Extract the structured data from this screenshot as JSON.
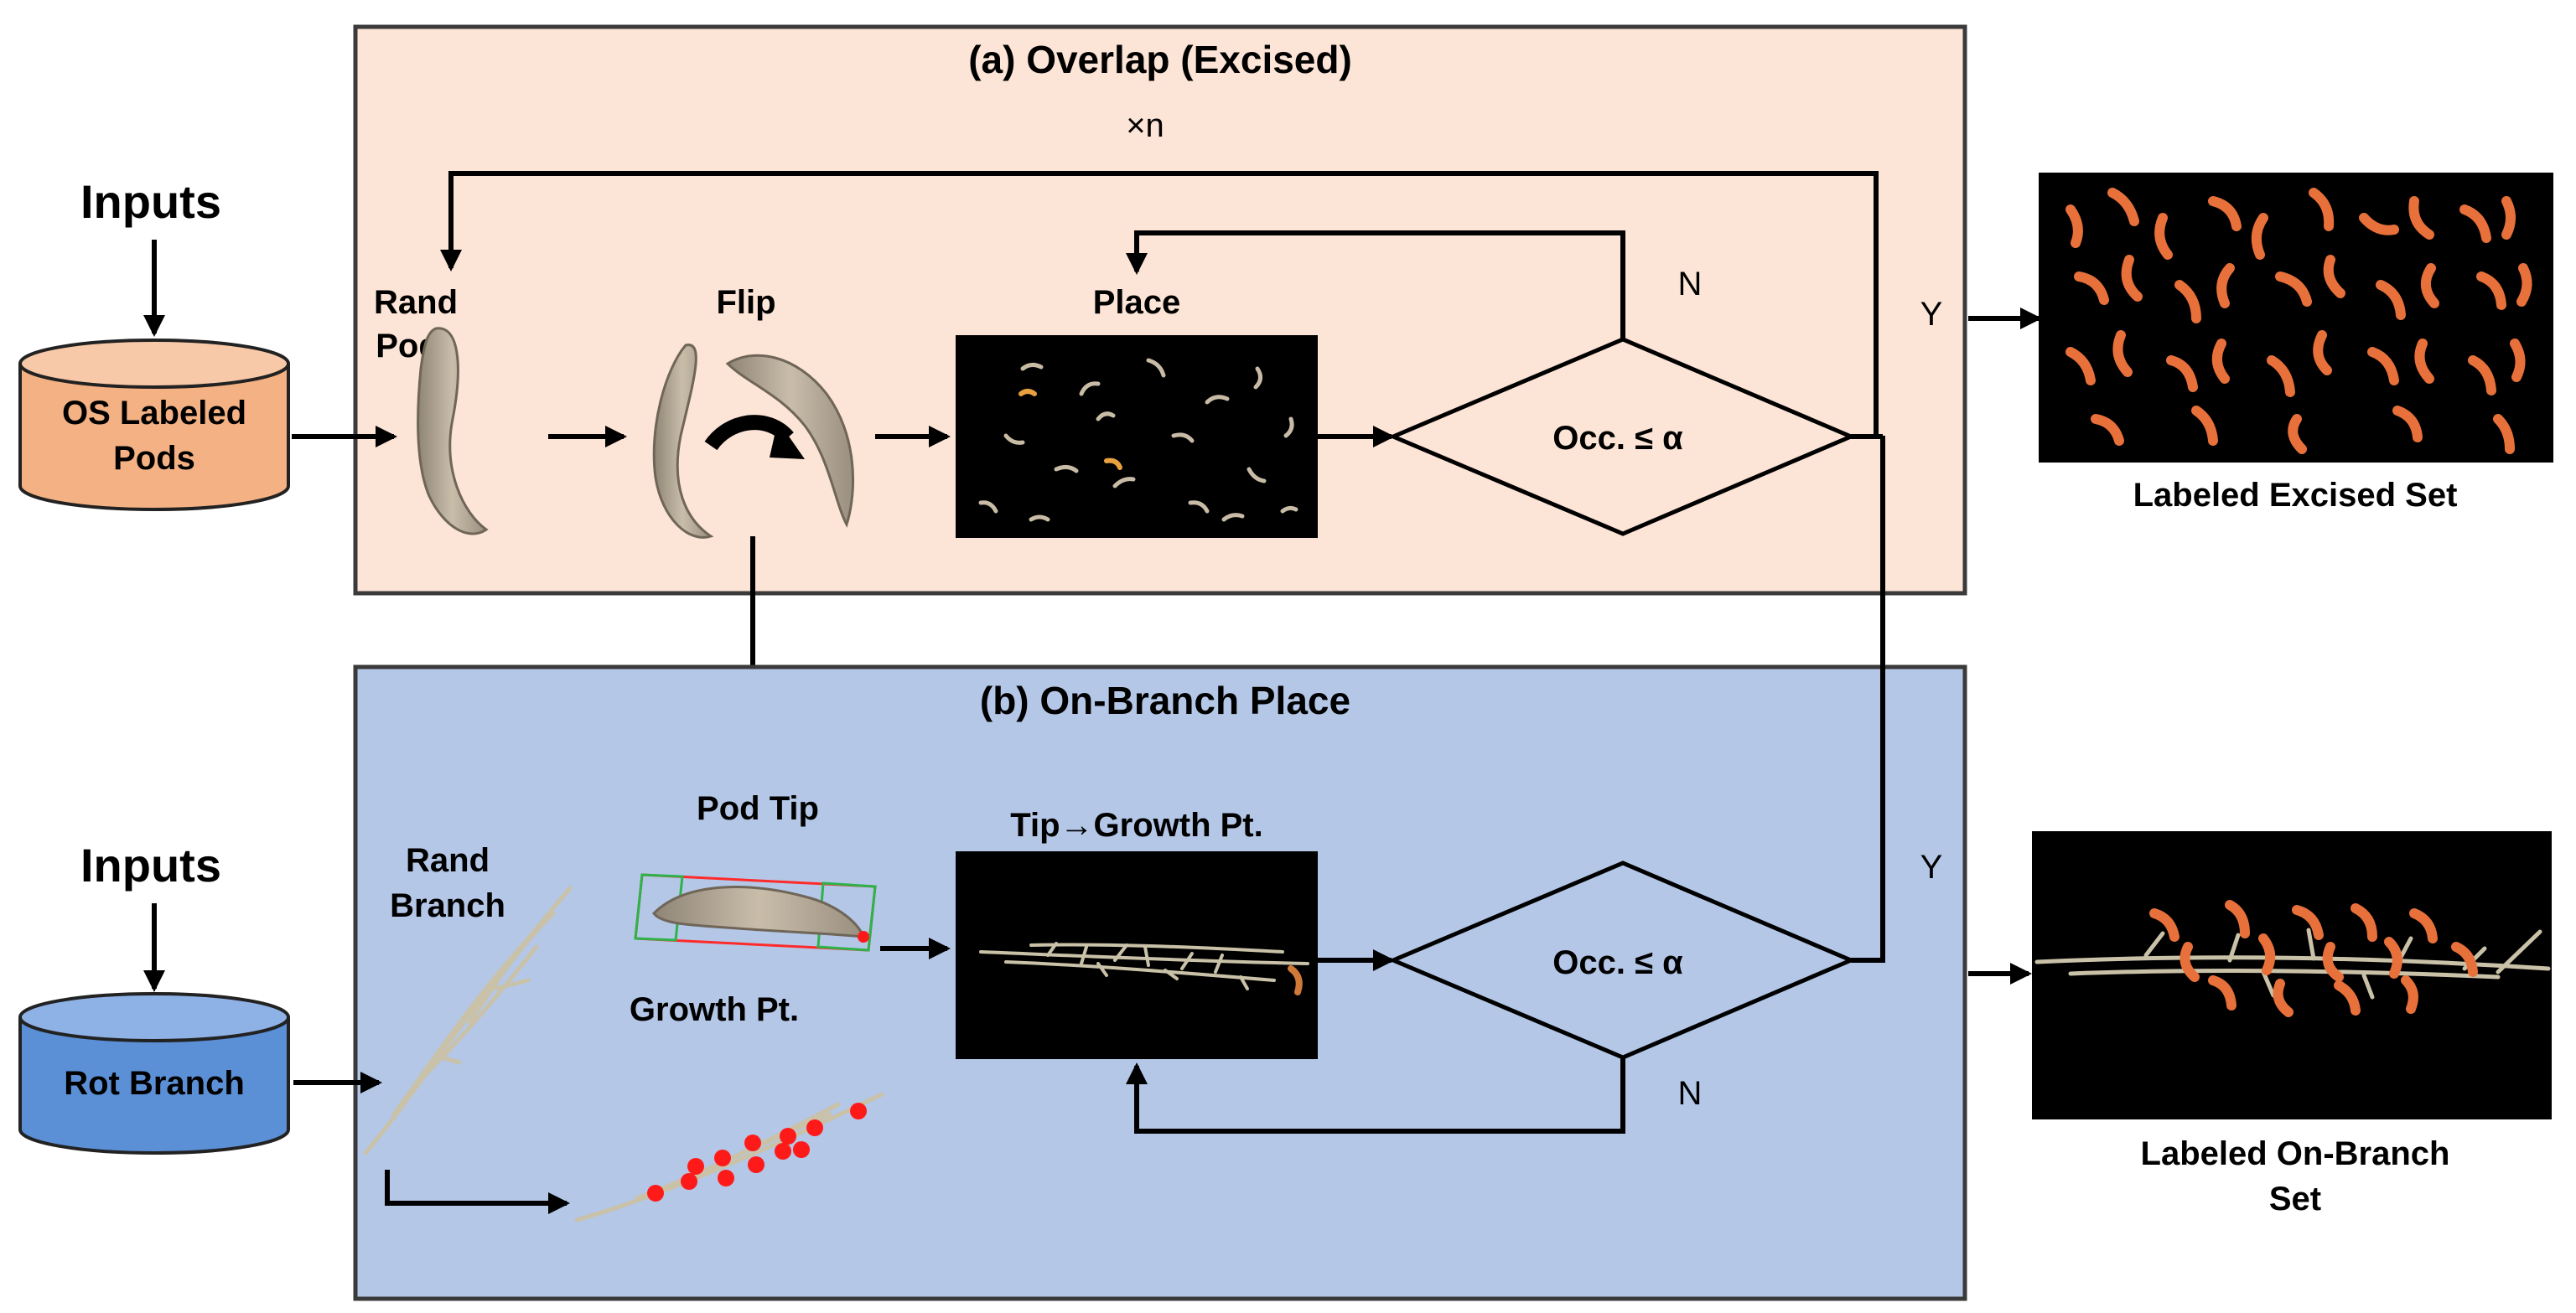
{
  "colors": {
    "panel_a_fill": "#fce4d6",
    "panel_b_fill": "#b4c7e7",
    "panel_border": "#3a3a3a",
    "db_orange": "#f4b183",
    "db_blue": "#5b8fd6",
    "pod_color": "#b9ab98",
    "highlight_red": "#ff1a1a",
    "box_green": "#2db34a",
    "annotation_orange": "#e8703a",
    "black_panel": "#000000"
  },
  "inputs_top": {
    "label": "Inputs",
    "db_label_line1": "OS Labeled",
    "db_label_line2": "Pods"
  },
  "inputs_bottom": {
    "label": "Inputs",
    "db_label": "Rot Branch"
  },
  "panel_a": {
    "title": "(a) Overlap (Excised)",
    "loop_label": "×n",
    "rand_pod_line1": "Rand",
    "rand_pod_line2": "Pod",
    "flip_label": "Flip",
    "place_label": "Place",
    "decision_label": "Occ. ≤ α",
    "no_label": "N",
    "yes_label": "Y"
  },
  "panel_b": {
    "title": "(b) On-Branch Place",
    "rand_branch_line1": "Rand",
    "rand_branch_line2": "Branch",
    "pod_tip_label": "Pod Tip",
    "growth_pt_label": "Growth Pt.",
    "tip_growth_label": "Tip→Growth Pt.",
    "decision_label": "Occ. ≤ α",
    "no_label": "N",
    "yes_label": "Y"
  },
  "outputs": {
    "excised_label": "Labeled Excised Set",
    "onbranch_line1": "Labeled On-Branch",
    "onbranch_line2": "Set"
  },
  "icons": [
    "flip-arrow-icon",
    "pod-image-icon",
    "branch-image-icon",
    "growth-points-icon"
  ]
}
